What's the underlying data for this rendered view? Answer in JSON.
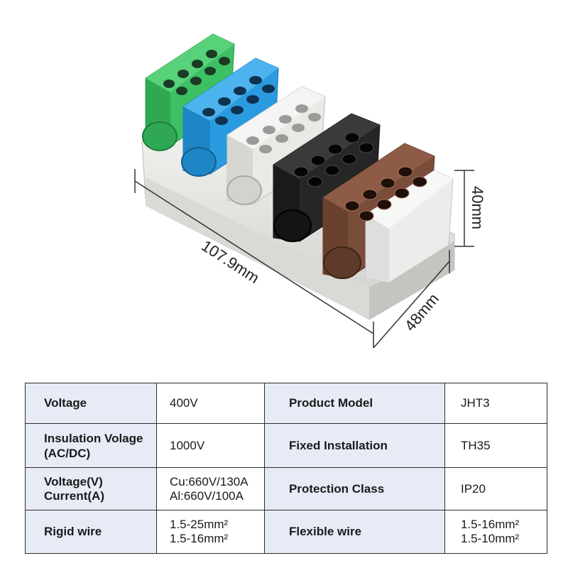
{
  "dimensions": {
    "length": "107.9mm",
    "height": "40mm",
    "width": "48mm"
  },
  "blocks": [
    {
      "name": "green",
      "color": "#3dc064"
    },
    {
      "name": "blue",
      "color": "#2a9be0"
    },
    {
      "name": "white",
      "color": "#e9e9e6"
    },
    {
      "name": "black",
      "color": "#262626"
    },
    {
      "name": "brown",
      "color": "#7a4d3a"
    }
  ],
  "table": {
    "rows": [
      {
        "label": "Voltage",
        "value": [
          "400V"
        ],
        "label2": "Product Model",
        "value2": [
          "JHT3"
        ]
      },
      {
        "label": "Insulation Volage (AC/DC)",
        "value": [
          "1000V"
        ],
        "label2": "Fixed Installation",
        "value2": [
          "TH35"
        ]
      },
      {
        "label_lines": [
          "Voltage(V)",
          "Current(A)"
        ],
        "value": [
          "Cu:660V/130A",
          "Al:660V/100A"
        ],
        "label2": "Protection Class",
        "value2": [
          "IP20"
        ]
      },
      {
        "label": "Rigid wire",
        "value": [
          "1.5-25mm²",
          "1.5-16mm²"
        ],
        "label2": "Flexible wire",
        "value2": [
          "1.5-16mm²",
          "1.5-10mm²"
        ]
      }
    ]
  }
}
